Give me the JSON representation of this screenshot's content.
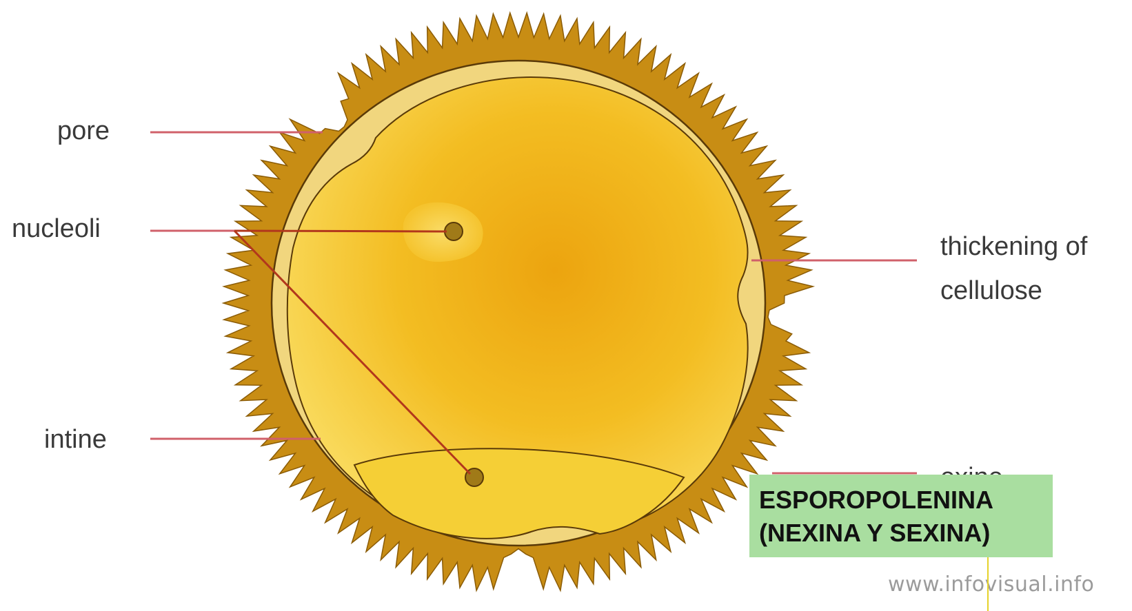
{
  "diagram": {
    "labels": {
      "pore": "pore",
      "nucleoli": "nucleoli",
      "intine": "intine",
      "thickening_line1": "thickening of",
      "thickening_line2": "cellulose",
      "exine_partial": "exine"
    },
    "callout": {
      "line1": "ESPOROPOLENINA",
      "line2": "(NEXINA Y SEXINA)"
    },
    "watermark": "www.infovisual.info",
    "colors": {
      "exine": "#c88d14",
      "exine_edge": "#8a5b06",
      "intine": "#f1d67e",
      "cytoplasm_center": "#efad12",
      "cytoplasm_edge": "#f7d248",
      "lower_zone": "#f5cf36",
      "leader_line": "#d0606a",
      "inner_line": "#b2371c",
      "callout_bg": "#a9dea0",
      "callout_pointer": "#e6d22a"
    }
  }
}
